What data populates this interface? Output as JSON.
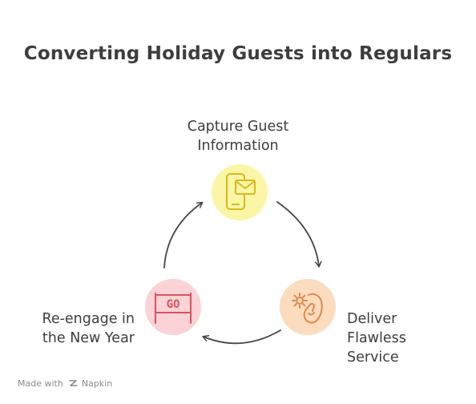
{
  "title": "Converting Holiday Guests into Regulars",
  "steps": [
    {
      "id": "capture",
      "lines": [
        "Capture Guest",
        "Information"
      ],
      "icon": "phone-mail-icon",
      "color": "#fbf6a6",
      "stroke": "#d9b81e"
    },
    {
      "id": "deliver",
      "lines": [
        "Deliver",
        "Flawless",
        "Service"
      ],
      "icon": "hand-gear-icon",
      "color": "#fbdcbf",
      "stroke": "#e0884a"
    },
    {
      "id": "reengage",
      "lines": [
        "Re-engage in",
        "the New Year"
      ],
      "icon": "go-sign-icon",
      "icon_text": "GO",
      "color": "#fbd2d5",
      "stroke": "#d7545e"
    }
  ],
  "arrow_color": "#444444",
  "footer": {
    "made_with": "Made with",
    "brand": "Napkin"
  }
}
